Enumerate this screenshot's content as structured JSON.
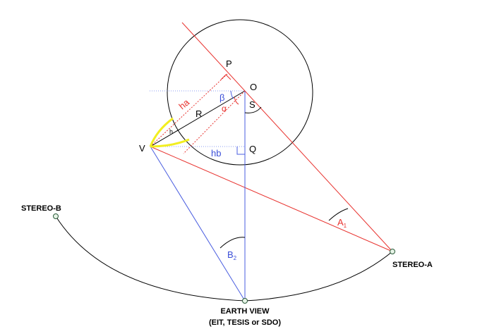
{
  "labels": {
    "P": "P",
    "O": "O",
    "S": "S",
    "Q": "Q",
    "V": "V",
    "R": "R",
    "h": "h",
    "ha": "ha",
    "hb": "hb",
    "beta": "β",
    "alpha": "α",
    "A1_main": "A",
    "A1_sub": "1",
    "B2_main": "B",
    "B2_sub": "2",
    "stereo_b": "STEREO-B",
    "stereo_a": "STEREO-A",
    "earth_view": "EARTH VIEW",
    "instruments": "(EIT, TESIS or SDO)"
  },
  "colors": {
    "black_line": "#000000",
    "red_line": "#e8332f",
    "blue_line": "#4a5ee0",
    "dotted_blue": "#8c9cf0",
    "yellow_arc": "#f2ee20",
    "node_fill": "#e6f3e6",
    "node_stroke": "#2b5a3a"
  }
}
